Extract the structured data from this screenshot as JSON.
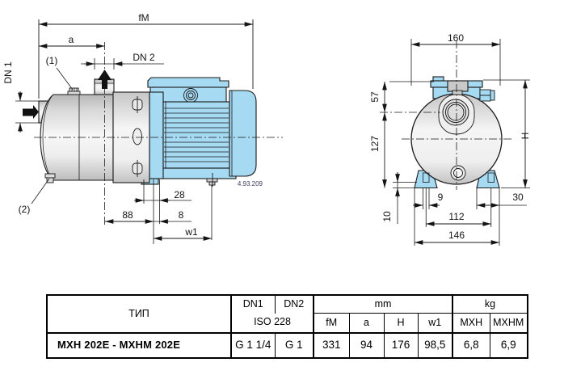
{
  "drawing": {
    "code": "4.93.209",
    "colors": {
      "pump_blue": "#a6d9f2",
      "line": "#1a1a1a"
    },
    "side": {
      "fm": "fM",
      "a": "a",
      "dn1": "DN 1",
      "dn2": "DN 2",
      "note1": "(1)",
      "note2": "(2)",
      "d28": "28",
      "d88": "88",
      "d8": "8",
      "w1": "w1"
    },
    "front": {
      "d160": "160",
      "d57": "57",
      "d127": "127",
      "h": "H",
      "d10": "10",
      "d9": "9",
      "d30": "30",
      "d112": "112",
      "d146": "146"
    }
  },
  "table": {
    "type_header": "ТИП",
    "dn1": "DN1",
    "dn2": "DN2",
    "iso": "ISO 228",
    "mm": "mm",
    "kg": "kg",
    "sub": {
      "fm": "fM",
      "a": "a",
      "h": "H",
      "w1": "w1",
      "mxh": "MXH",
      "mxhm": "MXHM"
    },
    "row": {
      "model": "MXH 202E  -  MXHM 202E",
      "dn1": "G 1 1/4",
      "dn2": "G 1",
      "fm": "331",
      "a": "94",
      "h": "176",
      "w1": "98,5",
      "mxh": "6,8",
      "mxhm": "6,9"
    }
  }
}
